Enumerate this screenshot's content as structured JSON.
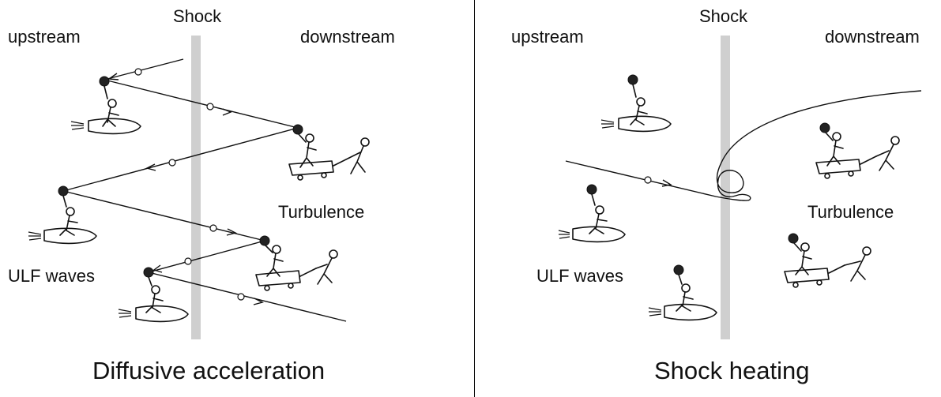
{
  "left": {
    "shock_label": "Shock",
    "upstream_label": "upstream",
    "downstream_label": "downstream",
    "turbulence_label": "Turbulence",
    "ulf_label": "ULF waves",
    "caption": "Diffusive acceleration"
  },
  "right": {
    "shock_label": "Shock",
    "upstream_label": "upstream",
    "downstream_label": "downstream",
    "turbulence_label": "Turbulence",
    "ulf_label": "ULF waves",
    "caption": "Shock heating"
  },
  "colors": {
    "shock": "#cfcfcf",
    "ink": "#111111"
  }
}
